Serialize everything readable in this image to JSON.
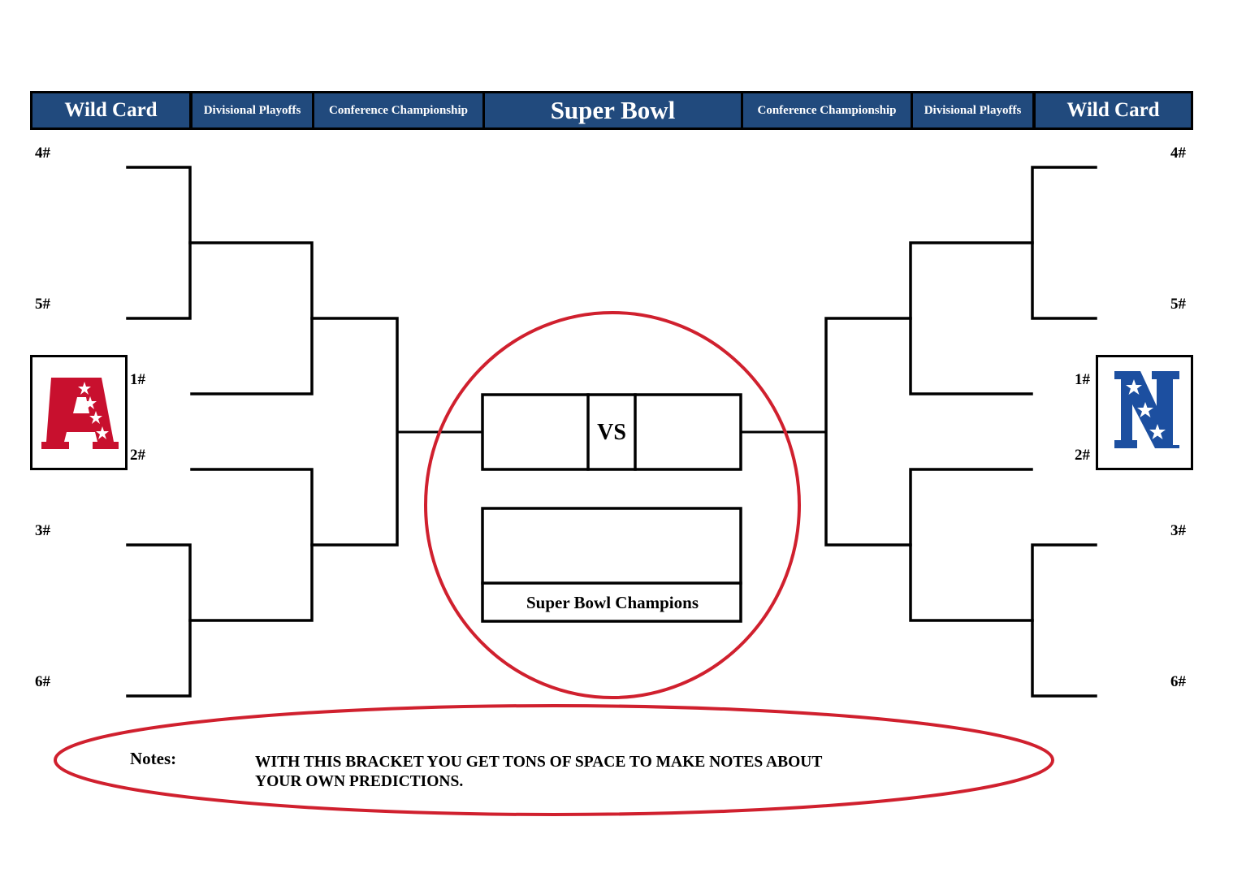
{
  "header": {
    "rounds": [
      {
        "id": "afc-wild-card",
        "label": "Wild Card"
      },
      {
        "id": "afc-divisional",
        "label": "Divisional Playoffs"
      },
      {
        "id": "afc-conference",
        "label": "Conference Championship"
      },
      {
        "id": "super-bowl",
        "label": "Super Bowl"
      },
      {
        "id": "nfc-conference",
        "label": "Conference Championship"
      },
      {
        "id": "nfc-divisional",
        "label": "Divisional Playoffs"
      },
      {
        "id": "nfc-wild-card",
        "label": "Wild Card"
      }
    ],
    "fill_color": "#214a7d",
    "text_color": "#ffffff"
  },
  "afc": {
    "logo": {
      "icon": "afc-logo-icon",
      "letter": "A",
      "color": "#c8102e",
      "stars": 4
    },
    "seeds": {
      "s4": "4#",
      "s5": "5#",
      "s1": "1#",
      "s2": "2#",
      "s3": "3#",
      "s6": "6#"
    }
  },
  "nfc": {
    "logo": {
      "icon": "nfc-logo-icon",
      "letter": "N",
      "color": "#1c4fa0",
      "stars": 3
    },
    "seeds": {
      "s4": "4#",
      "s5": "5#",
      "s1": "1#",
      "s2": "2#",
      "s3": "3#",
      "s6": "6#"
    }
  },
  "super_bowl": {
    "vs_label": "VS",
    "left_team": "",
    "right_team": "",
    "champion": "",
    "champions_label": "Super Bowl Champions",
    "highlight_color": "#d0202e"
  },
  "notes": {
    "label": "Notes:",
    "line1": "WITH THIS BRACKET YOU GET TONS OF SPACE TO MAKE NOTES ABOUT",
    "line2": "YOUR OWN PREDICTIONS."
  }
}
